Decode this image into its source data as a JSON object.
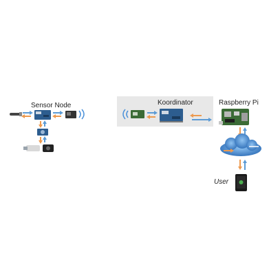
{
  "labels": {
    "sensor_node": "Sensor Node",
    "koordinator": "Koordinator",
    "raspberry_pi": "Raspberry Pi",
    "user": "User"
  },
  "colors": {
    "arrow_blue": "#5b9bd5",
    "arrow_orange": "#ed9a4f",
    "panel_gray": "#e6e6e6",
    "board_blue": "#2d5d8f",
    "board_green": "#3b6b36",
    "cloud_blue": "#4a90d9"
  },
  "icons": [
    "temperature-probe-icon",
    "arduino-board-icon",
    "xbee-module-icon",
    "wireless-signal-icon",
    "rtc-module-icon",
    "motion-sensor-icon",
    "camera-module-icon",
    "raspberry-pi-icon",
    "cloud-icon",
    "smartphone-icon"
  ]
}
